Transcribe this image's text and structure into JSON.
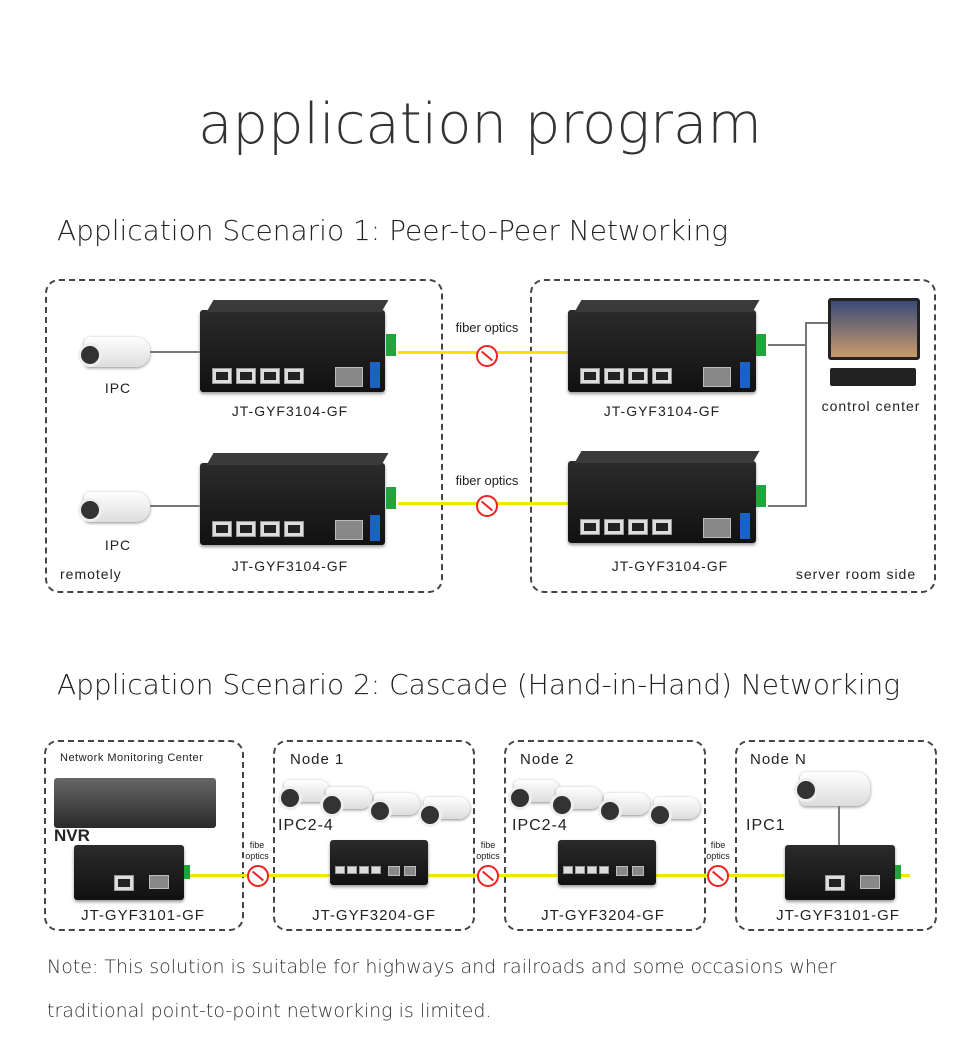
{
  "title": "application program",
  "scenario1": {
    "heading": "Application Scenario 1: Peer-to-Peer Networking",
    "left": {
      "ipc_top": "IPC",
      "ipc_bottom": "IPC",
      "remotely": "remotely",
      "model_top": "JT-GYF3104-GF",
      "model_bottom": "JT-GYF3104-GF"
    },
    "fiber_top": "fiber optics",
    "fiber_bottom": "fiber optics",
    "right": {
      "model_top": "JT-GYF3104-GF",
      "model_bottom": "JT-GYF3104-GF",
      "control_center": "control center",
      "server_room": "server room side"
    }
  },
  "scenario2": {
    "heading": "Application Scenario 2: Cascade (Hand-in-Hand) Networking",
    "center": {
      "title": "Network Monitoring Center",
      "nvr": "NVR",
      "model": "JT-GYF3101-GF"
    },
    "node1": {
      "title": "Node 1",
      "ipc": "IPC2-4",
      "model": "JT-GYF3204-GF"
    },
    "node2": {
      "title": "Node 2",
      "ipc": "IPC2-4",
      "model": "JT-GYF3204-GF"
    },
    "nodeN": {
      "title": "Node N",
      "ipc": "IPC1",
      "model": "JT-GYF3101-GF"
    },
    "fiber1": {
      "l1": "fibe",
      "l2": "optics"
    },
    "fiber2": {
      "l1": "fibe",
      "l2": "optics"
    },
    "fiber3": {
      "l1": "fibe",
      "l2": "optics"
    }
  },
  "note": {
    "line1": "Note: This solution is suitable for highways and railroads and some occasions wher",
    "line2": "traditional point-to-point networking is limited."
  },
  "colors": {
    "fiber": "#f2e600",
    "switch": "#1a1a1a",
    "terminal": "#1fa53a",
    "fiber_icon": "#e22222"
  }
}
